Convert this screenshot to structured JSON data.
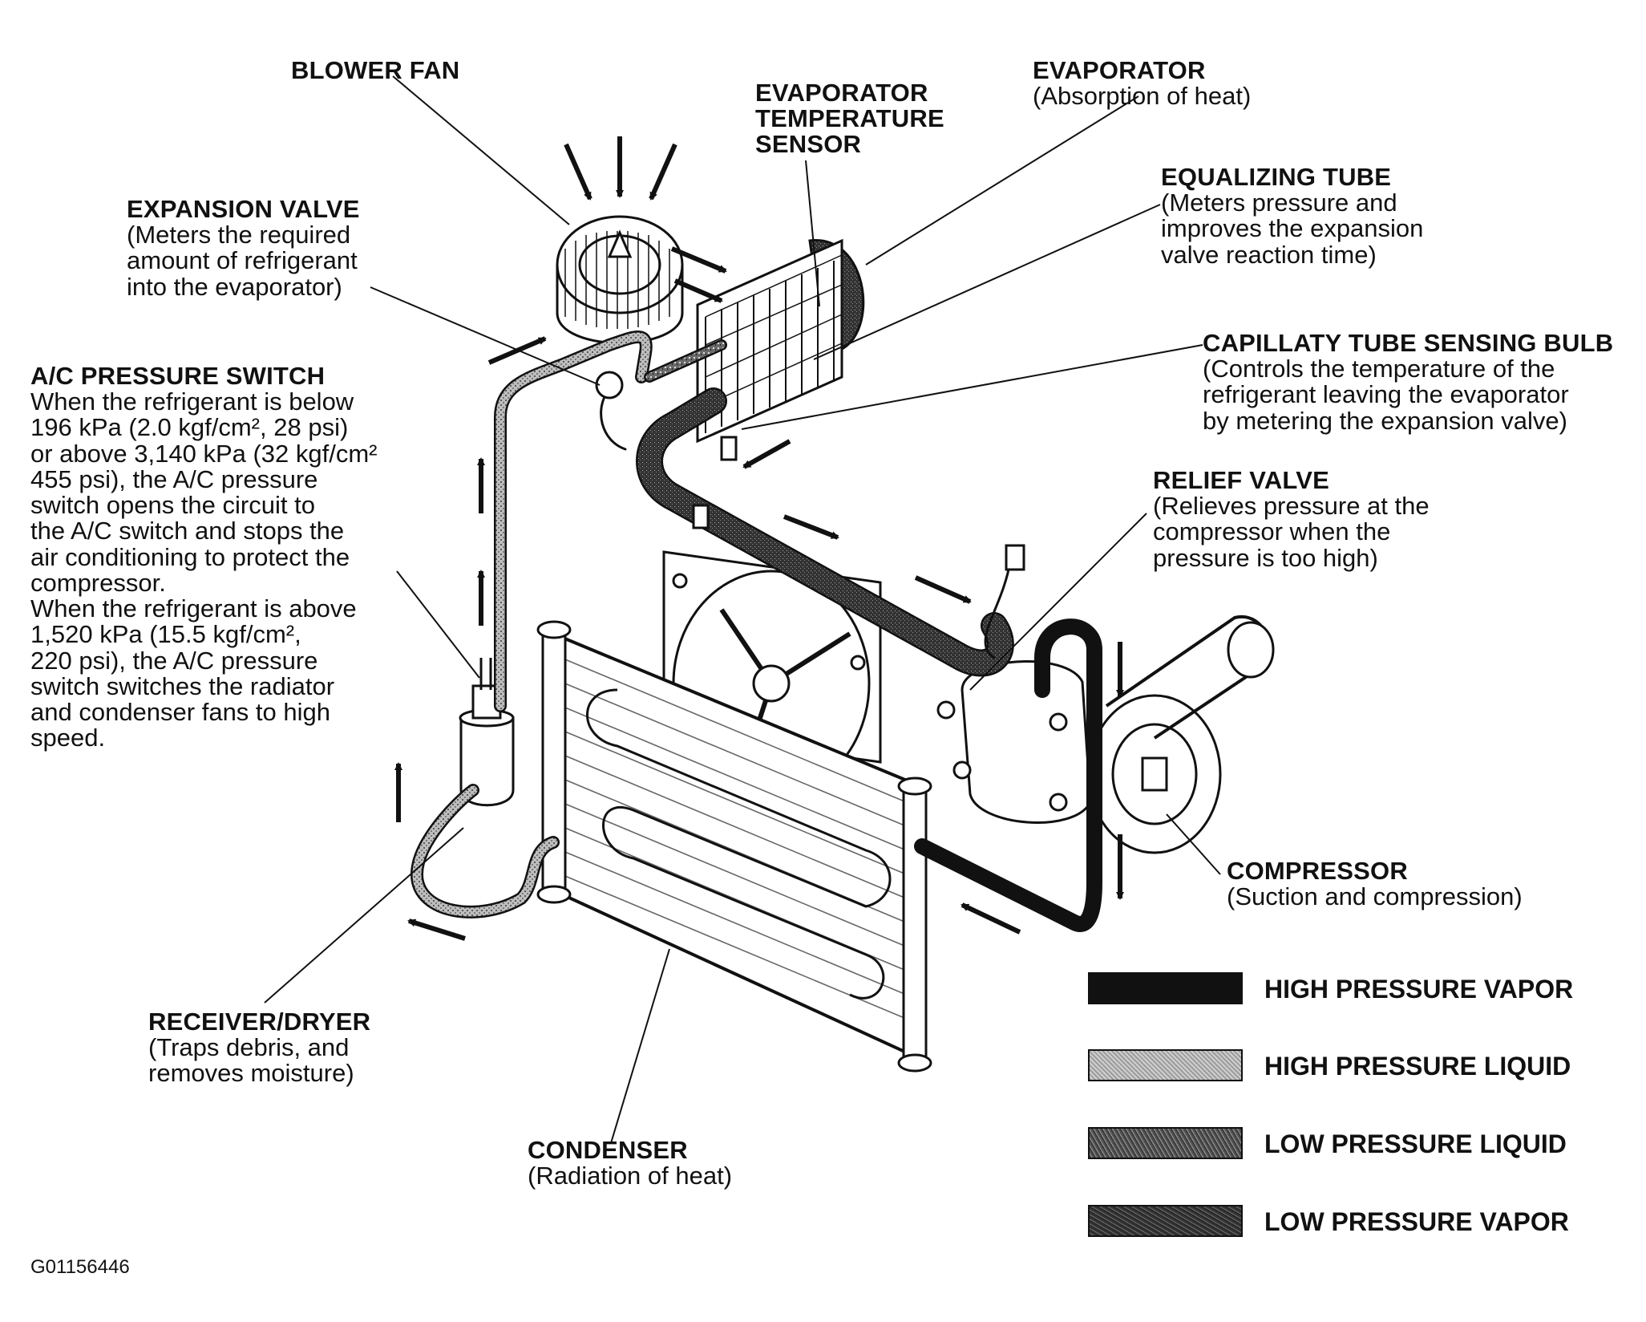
{
  "labels": {
    "blower_fan": {
      "title": "BLOWER FAN",
      "desc": ""
    },
    "evaporator_temp_sensor": {
      "title": "EVAPORATOR\nTEMPERATURE\nSENSOR",
      "desc": ""
    },
    "evaporator": {
      "title": "EVAPORATOR",
      "desc": "(Absorption of heat)"
    },
    "equalizing_tube": {
      "title": "EQUALIZING TUBE",
      "desc": "(Meters pressure and\nimproves the expansion\nvalve reaction time)"
    },
    "expansion_valve": {
      "title": "EXPANSION VALVE",
      "desc": "(Meters the required\namount of refrigerant\ninto the evaporator)"
    },
    "capillary_bulb": {
      "title": "CAPILLATY TUBE SENSING BULB",
      "desc": "(Controls the temperature of the\nrefrigerant leaving the evaporator\nby metering the expansion valve)"
    },
    "ac_pressure_switch": {
      "title": "A/C PRESSURE SWITCH",
      "desc": "When the refrigerant is below\n196 kPa (2.0 kgf/cm², 28 psi)\nor above 3,140 kPa (32 kgf/cm²\n455 psi), the A/C pressure\nswitch opens the circuit to\nthe A/C switch and stops the\nair conditioning to protect the\ncompressor.\nWhen the refrigerant is above\n1,520 kPa (15.5 kgf/cm²,\n220 psi), the A/C pressure\nswitch switches the radiator\nand condenser fans to high\nspeed."
    },
    "relief_valve": {
      "title": "RELIEF VALVE",
      "desc": "(Relieves pressure at the\ncompressor when the\npressure is too high)"
    },
    "compressor": {
      "title": "COMPRESSOR",
      "desc": "(Suction and compression)"
    },
    "receiver_dryer": {
      "title": "RECEIVER/DRYER",
      "desc": "(Traps debris, and\nremoves moisture)"
    },
    "condenser": {
      "title": "CONDENSER",
      "desc": "(Radiation of heat)"
    }
  },
  "legend": [
    {
      "label": "HIGH PRESSURE VAPOR",
      "pattern": "solid-black"
    },
    {
      "label": "HIGH PRESSURE LIQUID",
      "pattern": "light-stipple"
    },
    {
      "label": "LOW PRESSURE LIQUID",
      "pattern": "medium-speckle"
    },
    {
      "label": "LOW PRESSURE VAPOR",
      "pattern": "dark-speckle"
    }
  ],
  "figure_code": "G01156446"
}
